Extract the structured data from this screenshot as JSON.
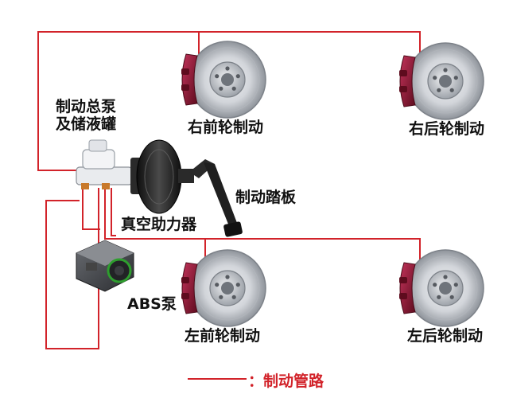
{
  "labels": {
    "master_cylinder_line1": "制动总泵",
    "master_cylinder_line2": "及储液罐",
    "front_right_brake": "右前轮制动",
    "rear_right_brake": "右后轮制动",
    "brake_pedal": "制动踏板",
    "vacuum_booster": "真空助力器",
    "abs_pump": "ABS泵",
    "front_left_brake": "左前轮制动",
    "rear_left_brake": "左后轮制动"
  },
  "legend": {
    "text": "：制动管路"
  },
  "colors": {
    "brake_line": "#d2232a",
    "caliper": "#8e1730",
    "disc": "#c9ccd1",
    "hub": "#aeb3b9",
    "booster": "#1c1c1c",
    "abs_accent": "#2e9e2e"
  }
}
